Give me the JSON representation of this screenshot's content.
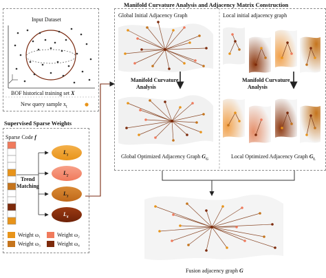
{
  "input": {
    "title": "Input Dataset",
    "train_label": "BOF historical training set ",
    "train_symbol": "X",
    "query_label": "New query sample x",
    "query_sub": "t"
  },
  "weights_panel": {
    "title": "Supervised Sparse Weights",
    "sparse_code_label": "Sparse Code ",
    "sparse_code_symbol": "f",
    "trend_matching": [
      "Trend",
      "Matching"
    ],
    "libraries": [
      "L1",
      "L2",
      "L3",
      "L4"
    ],
    "legend": [
      {
        "label": "Weight ω₁",
        "color": "#e8941a"
      },
      {
        "label": "Weight ω₂",
        "color": "#f07a5c"
      },
      {
        "label": "Weight ω₃",
        "color": "#c5741c"
      },
      {
        "label": "Weight ω₄",
        "color": "#7d2a0b"
      }
    ],
    "code_colors": [
      "#f07a5c",
      "#ffffff",
      "#ffffff",
      "#ffffff",
      "#e8941a",
      "#ffffff",
      "#c5741c",
      "#ffffff",
      "#ffffff",
      "#7d2a0b",
      "#ffffff",
      "#e8941a"
    ]
  },
  "manifold": {
    "title": "Manifold Curvature Analysis and Adjacency Matrix Construction",
    "global_initial": "Global Initial Adjacency Graph",
    "local_initial": "Local initial adjacency graph",
    "analysis_left": [
      "Manifold Curvature",
      "Analysis"
    ],
    "analysis_right": [
      "Manifold Curvature",
      "Analysis"
    ],
    "global_optimized": "Global Optimized Adjacency Graph ",
    "global_symbol": "G",
    "global_sub": "G",
    "local_optimized": "Local Optimized Adjacency Graph ",
    "local_symbol": "G",
    "local_sub": "L"
  },
  "fusion": {
    "label": "Fusion adjacency graph ",
    "symbol": "G"
  },
  "colors": {
    "orange": "#e8941a",
    "salmon": "#f07a5c",
    "brown": "#c5741c",
    "dark_brown": "#7d2a0b",
    "line": "#555555"
  }
}
